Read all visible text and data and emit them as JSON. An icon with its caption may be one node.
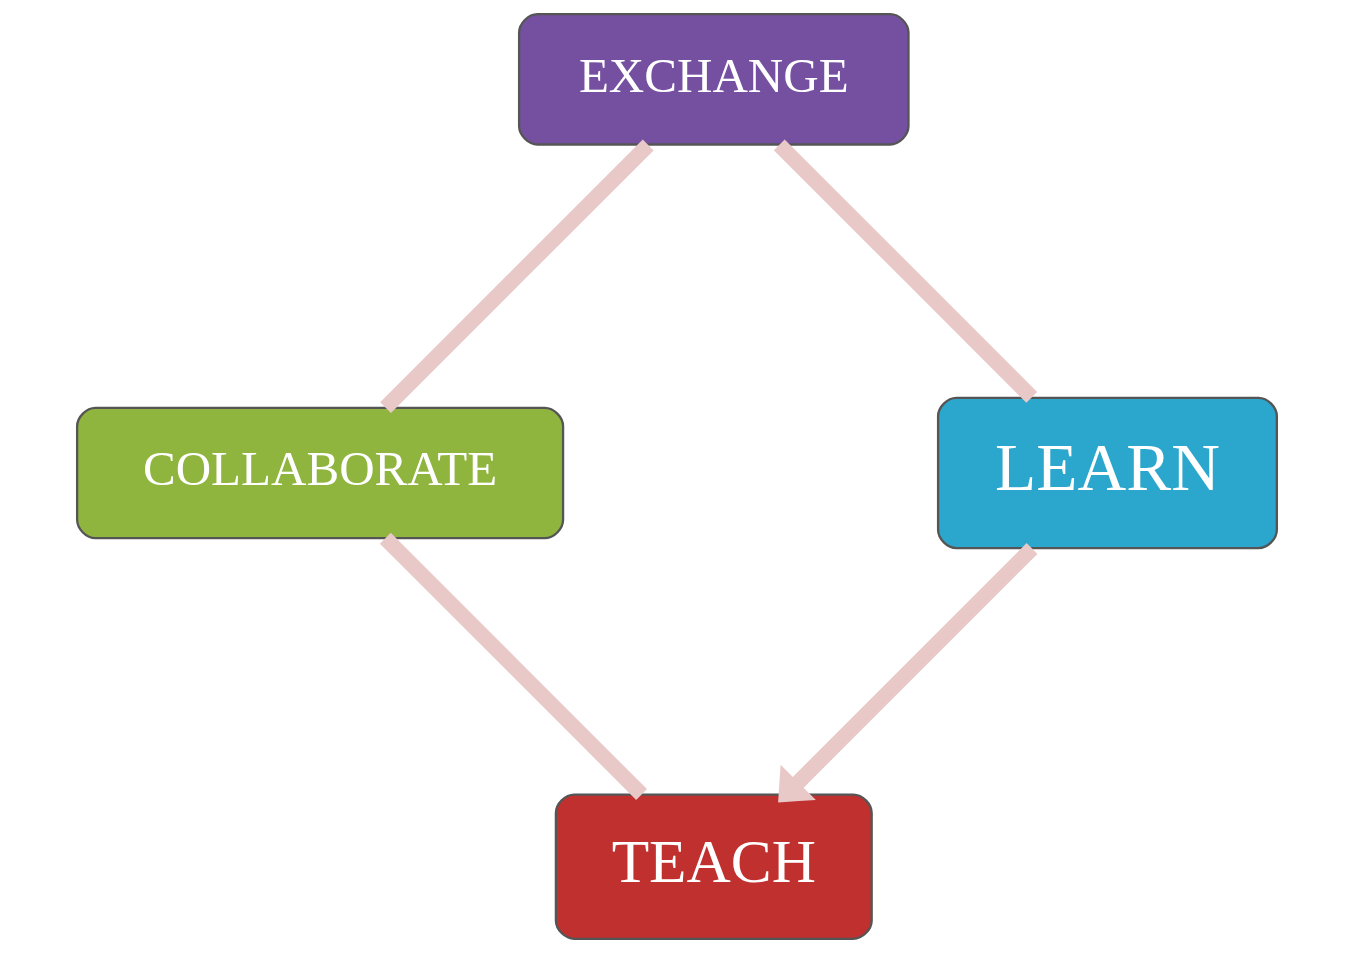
{
  "diagram": {
    "nodes": [
      {
        "text": [
          "TEACH"
        ]
      },
      {
        "text": [
          "COLLABORATE"
        ]
      },
      {
        "text": [
          "EXCHANGE"
        ]
      },
      {
        "text": [
          "LEARN"
        ]
      }
    ],
    "edges": [
      {
        "from": 0,
        "to": 1,
        "arrow": "none"
      },
      {
        "from": 1,
        "to": 2,
        "arrow": "none"
      },
      {
        "from": 2,
        "to": 3,
        "arrow": "none"
      },
      {
        "from": 3,
        "to": 0,
        "arrow": "to"
      }
    ]
  }
}
